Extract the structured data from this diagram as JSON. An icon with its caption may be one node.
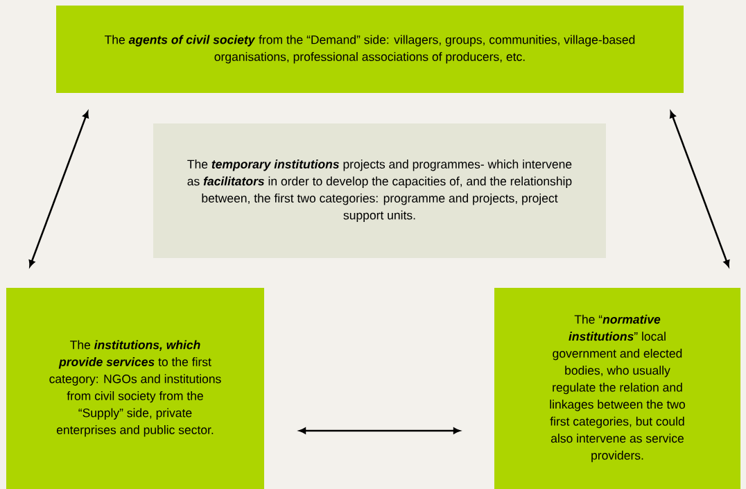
{
  "diagram": {
    "nodes": [
      {
        "text": [
          "The **agents of civil society** from the “Demand” side: villagers, groups, communities, village-based organisations, professional associations of producers, etc."
        ]
      },
      {
        "text": [
          "The **temporary institutions** projects and programmes- which intervene as **facilitators** in order to develop the capacities of, and the relationship between, the first two categories: programme and projects, project support units."
        ]
      },
      {
        "text": [
          "The **institutions, which provide services** to the first category: NGOs and institutions from civil society from the “Supply” side, private enterprises and public sector."
        ]
      },
      {
        "text": [
          "The “**normative institutions**” local government and elected bodies, who usually regulate the relation and linkages between the two first categories, but could also intervene as service providers."
        ]
      }
    ],
    "edges": [
      {
        "from": 0,
        "to": 2,
        "arrow": "both"
      },
      {
        "from": 0,
        "to": 3,
        "arrow": "both"
      },
      {
        "from": 2,
        "to": 3,
        "arrow": "both"
      }
    ]
  }
}
